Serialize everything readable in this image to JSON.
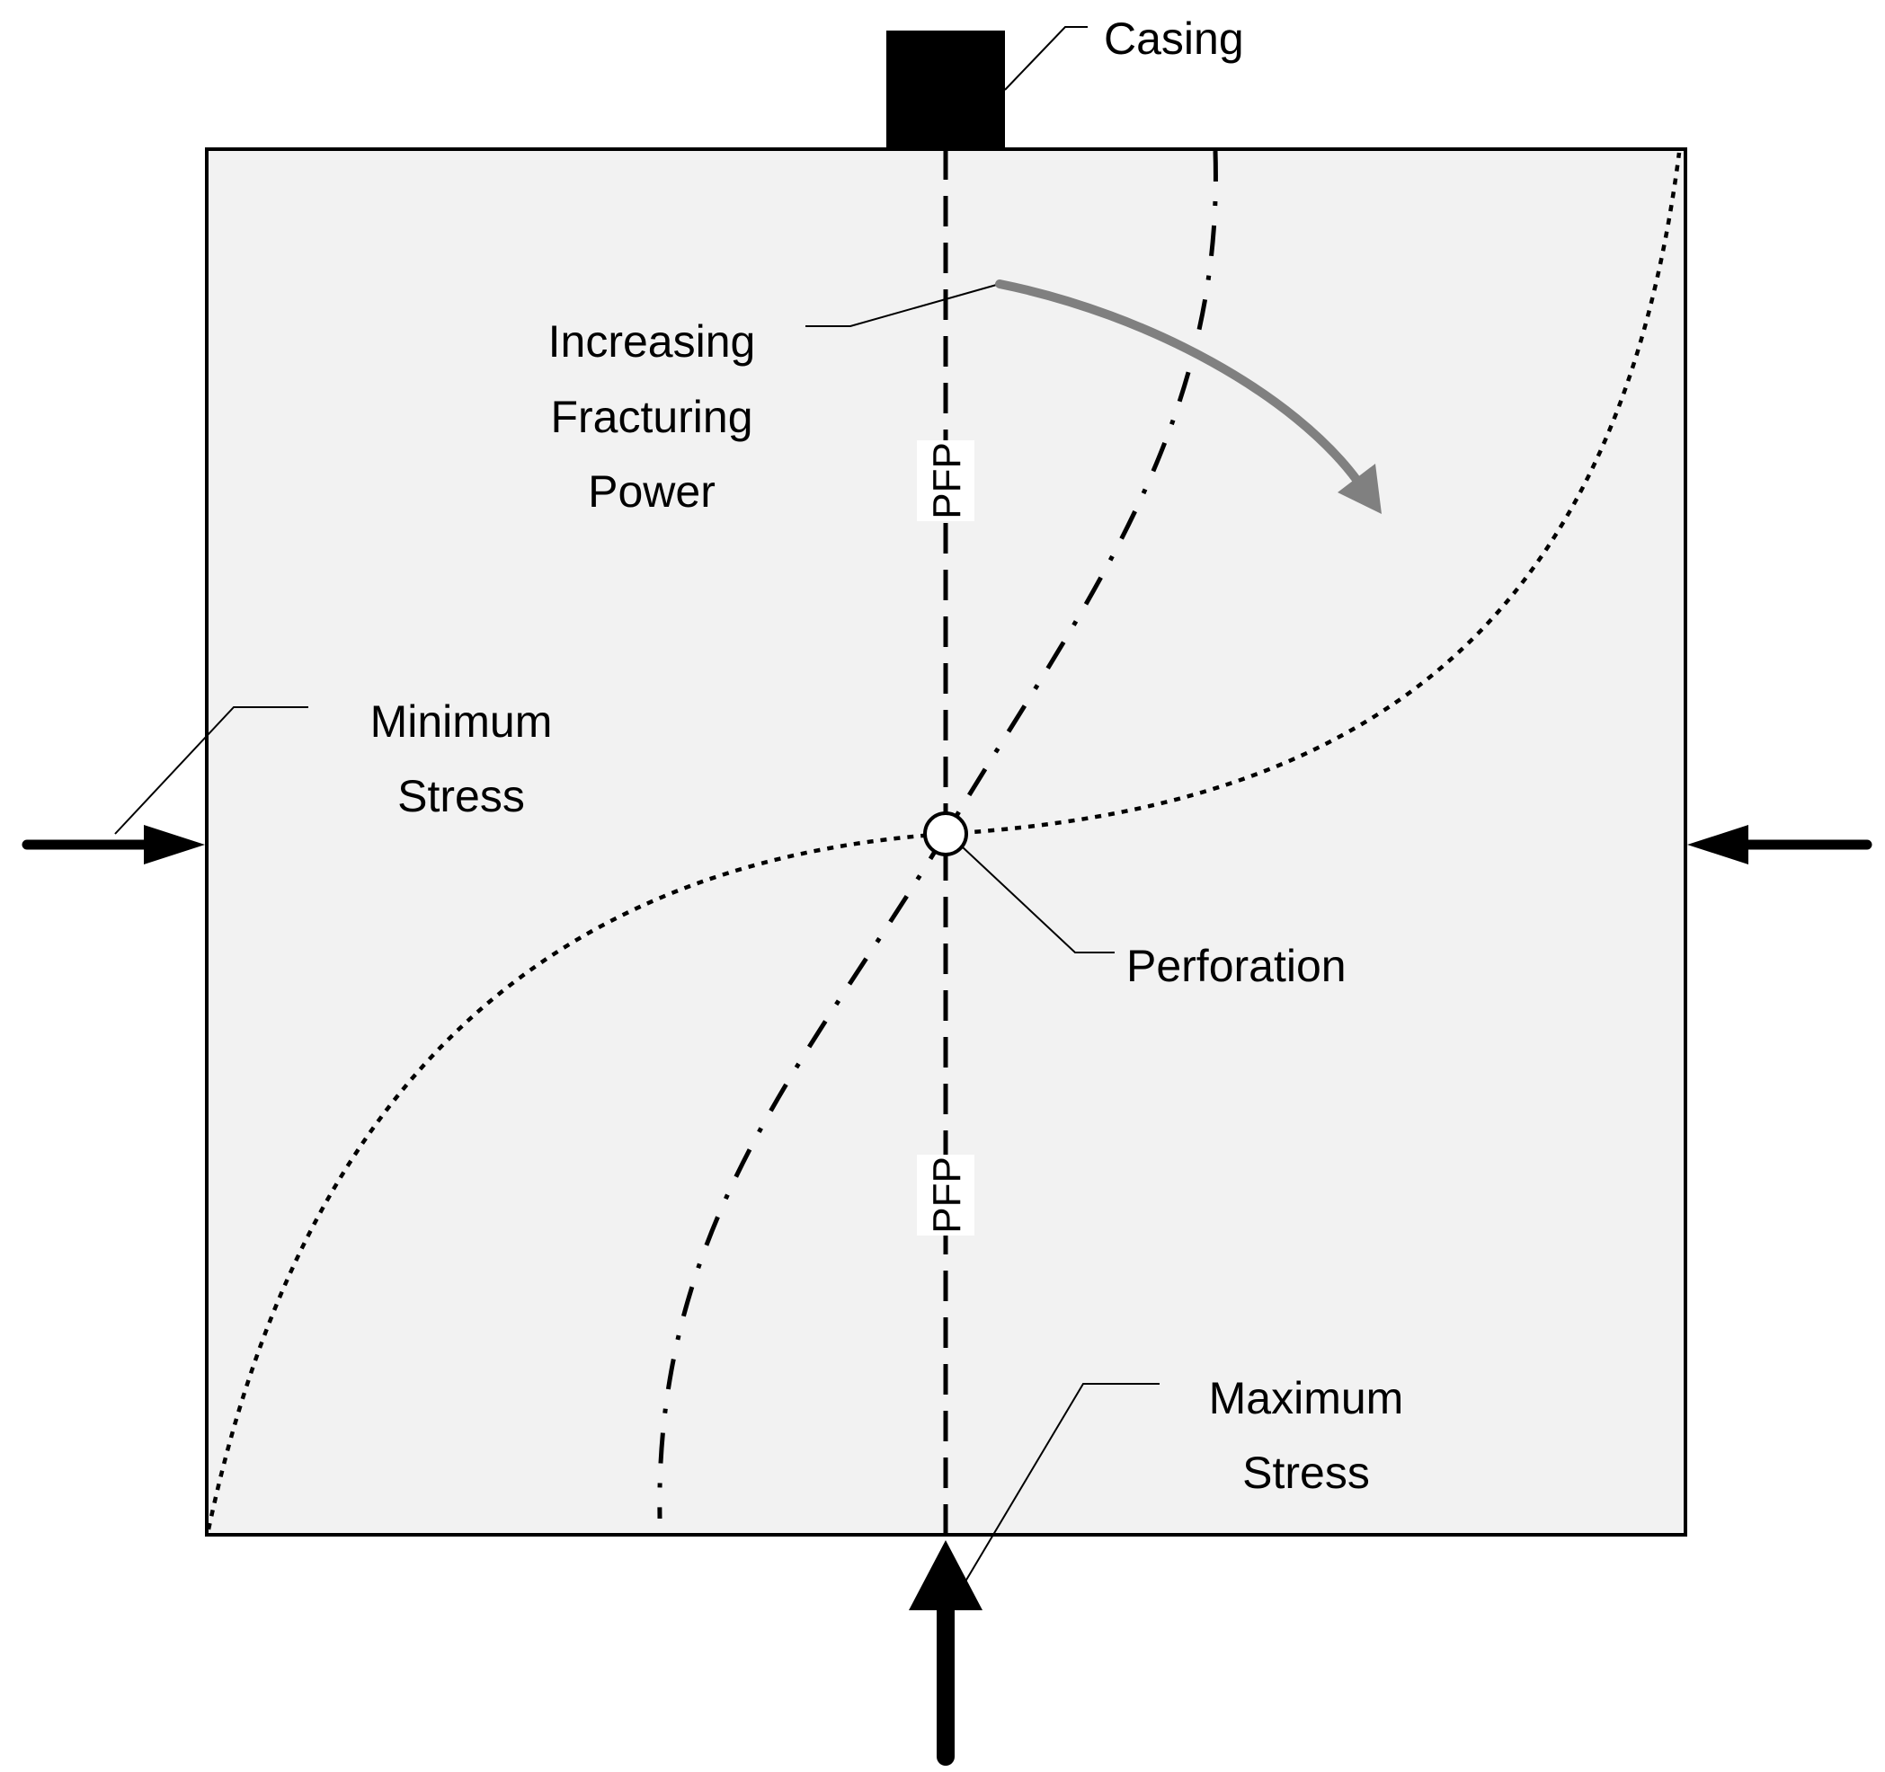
{
  "labels": {
    "casing": "Casing",
    "increasing_fracturing_power": [
      "Increasing",
      "Fracturing",
      "Power"
    ],
    "minimum_stress": [
      "Minimum",
      "Stress"
    ],
    "perforation": "Perforation",
    "maximum_stress": [
      "Maximum",
      "Stress"
    ],
    "pfp_upper": "PFP",
    "pfp_lower": "PFP"
  },
  "colors": {
    "block_fill": "#f2f2f2",
    "stroke": "#000000",
    "power_arrow": "#808080"
  }
}
